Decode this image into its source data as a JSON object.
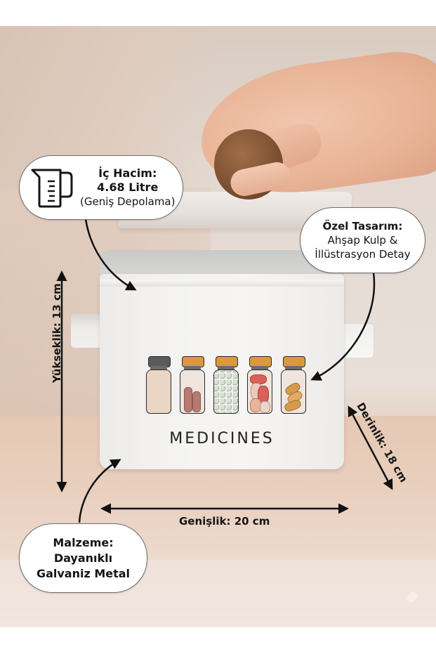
{
  "product": {
    "label_text": "MEDICINES",
    "jars": [
      {
        "cap_color": "#5a5a5a",
        "contents": "empty"
      },
      {
        "cap_color": "#d99a3c",
        "contents": "capsules-red"
      },
      {
        "cap_color": "#d99a3c",
        "contents": "round-pills-green"
      },
      {
        "cap_color": "#d99a3c",
        "contents": "oval-pills-red"
      },
      {
        "cap_color": "#d99a3c",
        "contents": "capsules-orange"
      }
    ]
  },
  "callouts": {
    "volume": {
      "icon": "measuring-cup-icon",
      "title": "İç Hacim:",
      "value": "4.68 Litre",
      "note": "(Geniş Depolama)"
    },
    "design": {
      "title": "Özel Tasarım:",
      "line1": "Ahşap Kulp &",
      "line2": "İllüstrasyon Detay"
    },
    "material": {
      "line1": "Malzeme:",
      "line2": "Dayanıklı",
      "line3": "Galvaniz Metal"
    }
  },
  "dimensions": {
    "height": "Yükseklik: 13 cm",
    "width": "Genişlik: 20 cm",
    "depth": "Derinlik: 18 cm"
  },
  "colors": {
    "text": "#151515",
    "arrow": "#111111",
    "callout_bg": "#ffffff",
    "callout_border": "#6d6d6d"
  },
  "watermark": {
    "icon": "sparkle-icon"
  }
}
